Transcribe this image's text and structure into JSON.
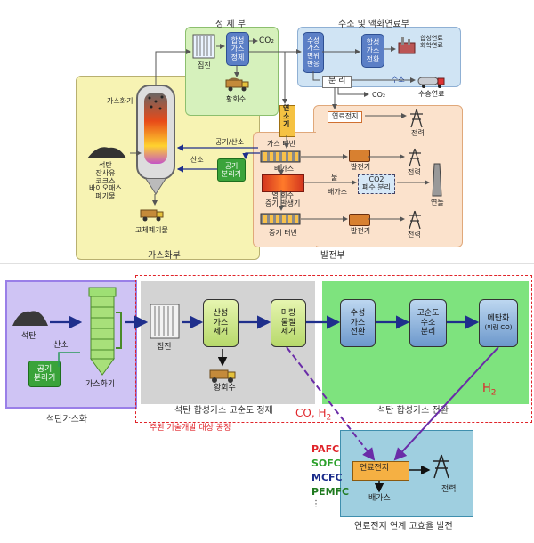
{
  "top": {
    "purify": {
      "title": "정 제 부",
      "filter_label": "집진",
      "acid_box": "합성\n가스\n정제",
      "co2": "CO₂",
      "sulfur": "황회수"
    },
    "hydrogen": {
      "title": "수소 및 액화연료부",
      "shift_box": "수성\n가스\n변위\n반응",
      "convert_box": "합성\n가스\n전환",
      "synfuel": "합성연료\n화학연료",
      "separate": "분 리",
      "h2": "수소",
      "co2": "CO₂",
      "transport": "수송연료"
    },
    "gasify": {
      "title": "가스화부",
      "gasifier": "가스화기",
      "feed": "석탄\n잔사유\n코크스\n바이오매스\n폐기물",
      "solid_waste": "고체폐기물",
      "oxygen": "산소",
      "air_oxygen": "공기/산소",
      "air_sep": "공기\n분리기"
    },
    "power": {
      "title": "발전부",
      "fuel_cell": "연료전지",
      "combustor": "연\n소\n기",
      "gas_turbine": "가스 터빈",
      "exhaust1": "배가스",
      "heat_recovery": "열 회수\n증기 발생기",
      "steam_turbine": "증기 터빈",
      "generator1": "발전기",
      "generator2": "발전기",
      "water": "물",
      "exhaust2": "배가스",
      "co2_sep": "CO2\n폐수 분리",
      "power1": "전력",
      "power2": "전력",
      "power3": "전력",
      "stack": "연돌"
    }
  },
  "bottom": {
    "coal": "석탄",
    "oxygen": "산소",
    "air_sep": "공기\n분리기",
    "gasifier": "가스화기",
    "zone_gasify": "석탄가스화",
    "filter": "집진",
    "acid_gas": "산성\n가스\n제거",
    "trace": "미량\n물질\n제거",
    "sulfur": "황회수",
    "zone_purify": "석탄 합성가스 고순도 정제",
    "shift": "수성\n가스\n전환",
    "h2_sep": "고순도\n수소\n분리",
    "methanation": "메탄화",
    "methanation_sub": "(미량 CO)",
    "zone_convert": "석탄 합성가스 전환",
    "h2_label": "H",
    "h2_sub": "2",
    "co_h2_label": "CO, H",
    "co_h2_sub": "2",
    "target_note": "주된 기술개발 대상 공정",
    "fc_types": [
      "PAFC",
      "SOFC",
      "MCFC",
      "PEMFC",
      "⋮"
    ],
    "fuel_cell": "연료전지",
    "power": "전력",
    "exhaust": "배가스",
    "zone_fc": "연료전지 연계 고효율 발전"
  },
  "colors": {
    "arrow_blue": "#1f2f8c",
    "purple_dash": "#6a2ca8",
    "red_dash": "#e0242a",
    "green_zone": "#7ee37e",
    "purple_zone": "#cfc4f4",
    "gray_zone": "#d3d3d3",
    "fc_zone": "#9fcfe0"
  }
}
